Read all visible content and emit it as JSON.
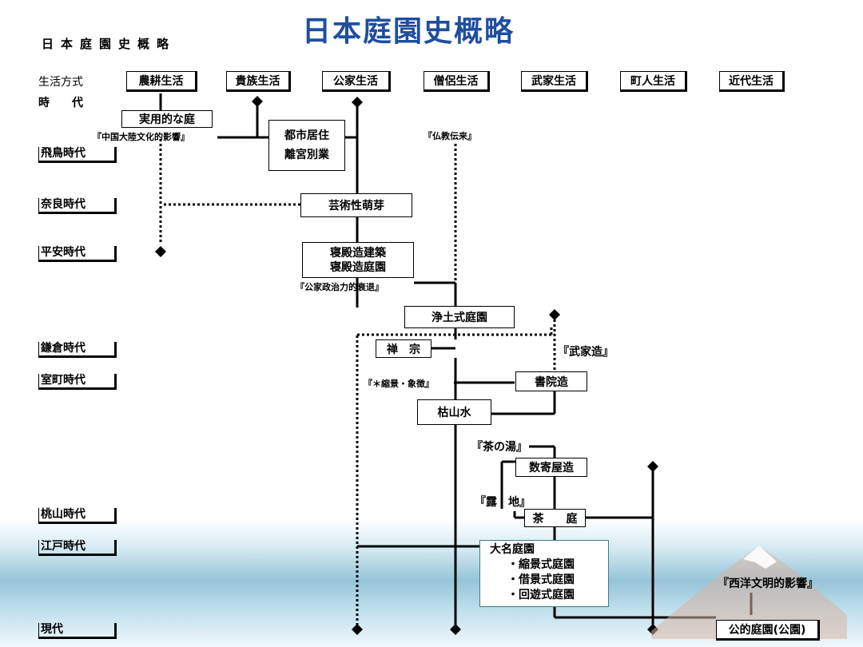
{
  "title": "日本庭園史概略",
  "subtitle": "日本庭園史概略",
  "lifestyle_label": "生活方式",
  "era_label": "時　　代",
  "categories": [
    "農耕生活",
    "貴族生活",
    "公家生活",
    "僧侶生活",
    "武家生活",
    "町人生活",
    "近代生活"
  ],
  "eras": [
    "飛鳥時代",
    "奈良時代",
    "平安時代",
    "鎌倉時代",
    "室町時代",
    "桃山時代",
    "江戸時代",
    "現代"
  ],
  "nodes": {
    "practical_garden": "実用的な庭",
    "urban_1": "都市居住",
    "urban_2": "離宮別業",
    "art_sprout": "芸術性萌芽",
    "shinden_1": "寝殿造建築",
    "shinden_2": "寝殿造庭園",
    "jodo": "浄土式庭園",
    "zen": "禅　宗",
    "shoin": "書院造",
    "karesansui": "枯山水",
    "sukiya": "数寄屋造",
    "chatei": "茶　　庭",
    "daimyo_title": "大名庭園",
    "daimyo_1": "・縮景式庭園",
    "daimyo_2": "・借景式庭園",
    "daimyo_3": "・回遊式庭園",
    "public_park": "公的庭園(公園)"
  },
  "annotations": {
    "china": "『中国大陸文化的影響』",
    "buddhism": "『仏教伝来』",
    "kuge_decline": "『公家政治力的衰退』",
    "buke": "『武家造』",
    "symbol": "『＊縮景・象徴』",
    "tea": "『茶の湯』",
    "roji": "『露　地』",
    "western": "『西洋文明的影響』"
  }
}
